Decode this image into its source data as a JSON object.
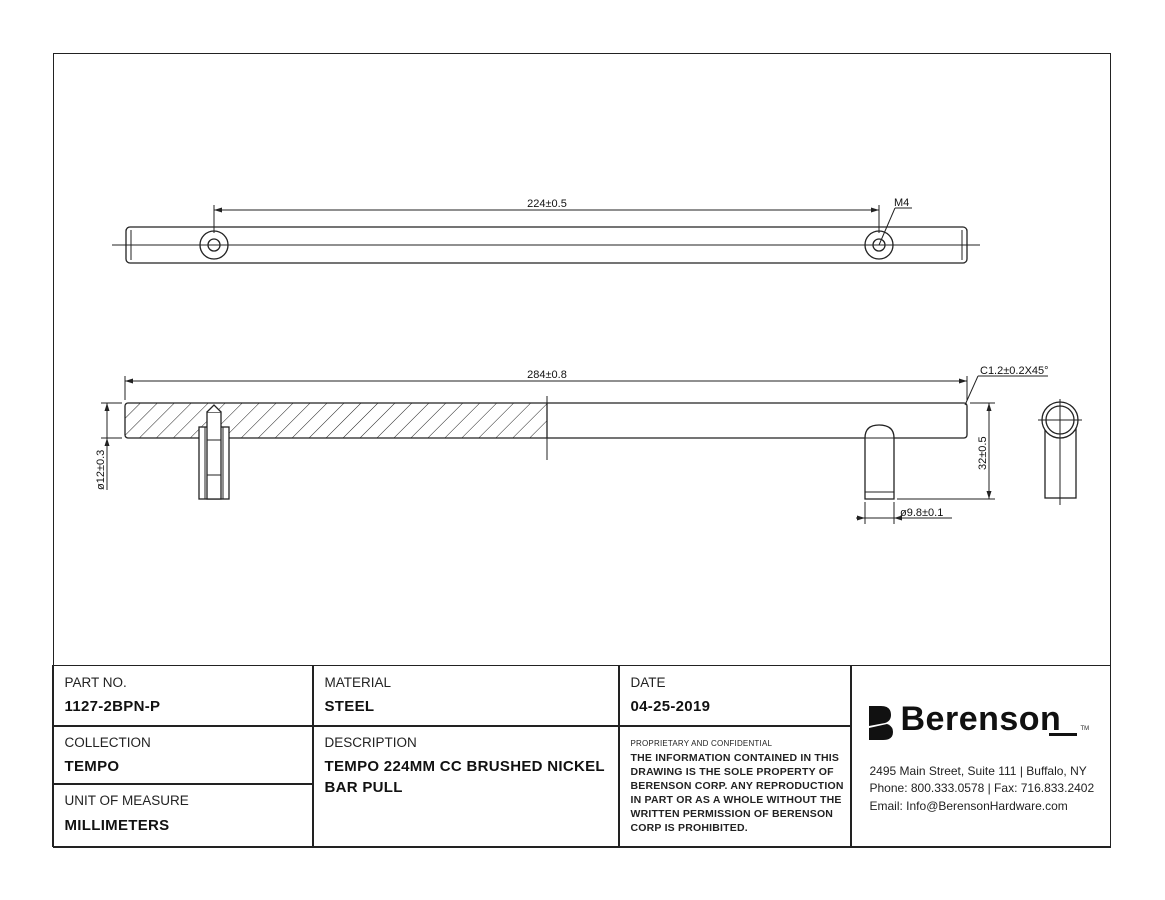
{
  "drawing": {
    "dim_cc": "224±0.5",
    "thread": "M4",
    "dim_length": "284±0.8",
    "chamfer": "C1.2±0.2X45°",
    "dim_dia": "ø12±0.3",
    "dim_height": "32±0.5",
    "dim_post_dia": "ø9.8±0.1"
  },
  "titleblock": {
    "part_no_label": "PART NO.",
    "part_no": "1127-2BPN-P",
    "material_label": "MATERIAL",
    "material": "STEEL",
    "date_label": "DATE",
    "date": "04-25-2019",
    "collection_label": "COLLECTION",
    "collection": "TEMPO",
    "description_label": "DESCRIPTION",
    "description_line1": "TEMPO 224MM CC BRUSHED NICKEL",
    "description_line2": "BAR PULL",
    "uom_label": "UNIT OF MEASURE",
    "uom": "MILLIMETERS",
    "confidential_title": "PROPRIETARY AND CONFIDENTIAL",
    "confidential_lines": [
      "THE INFORMATION CONTAINED IN THIS",
      "DRAWING IS THE SOLE PROPERTY OF",
      "BERENSON CORP. ANY REPRODUCTION",
      "IN PART OR AS A WHOLE WITHOUT THE",
      "WRITTEN PERMISSION OF BERENSON",
      "CORP IS PROHIBITED."
    ]
  },
  "company": {
    "name": "Berenson",
    "tm": "TM",
    "address": "2495 Main Street, Suite 111 | Buffalo, NY",
    "phone": "Phone: 800.333.0578 | Fax: 716.833.2402",
    "email": "Email: Info@BerensonHardware.com"
  }
}
